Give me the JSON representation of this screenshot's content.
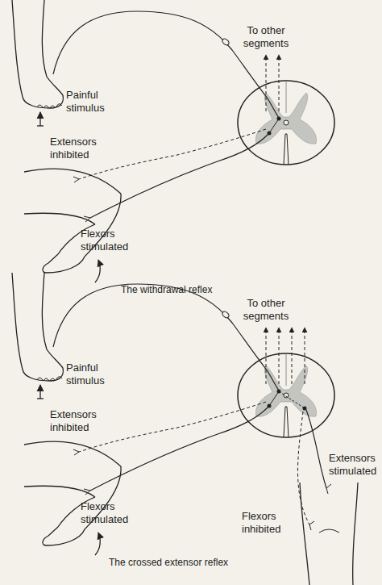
{
  "diagram": {
    "labels": [
      "To other segments",
      "Painful stimulus",
      "Extensors inhibited",
      "Flexors stimulated",
      "The withdrawal reflex",
      "To other segments",
      "Painful stimulus",
      "Extensors inhibited",
      "Extensors stimulated",
      "Flexors inhibited",
      "Flexors stimulated",
      "The crossed extensor reflex"
    ]
  }
}
